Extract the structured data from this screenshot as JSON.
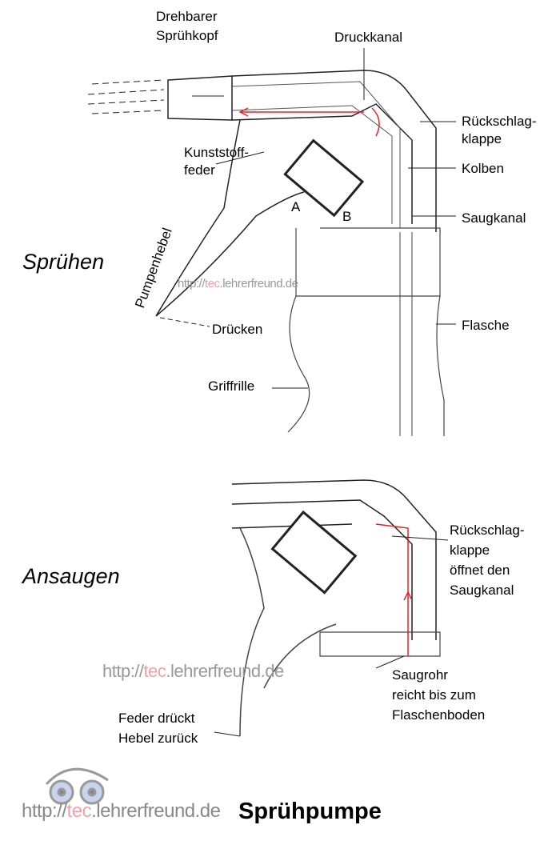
{
  "title": "Sprühpumpe",
  "sections": {
    "top": "Sprühen",
    "bottom": "Ansaugen"
  },
  "labels_top": {
    "spray_head": [
      "Drehbarer",
      "Sprühkopf"
    ],
    "pressure_channel": "Druckkanal",
    "check_valve": [
      "Rückschlag-",
      "klappe"
    ],
    "spring": [
      "Kunststoff-",
      "feder"
    ],
    "piston": "Kolben",
    "point_a": "A",
    "point_b": "B",
    "suction_channel": "Saugkanal",
    "lever": "Pumpenhebel",
    "press": "Drücken",
    "bottle": "Flasche",
    "grip": "Griffrille"
  },
  "labels_bottom": {
    "check_valve": [
      "Rückschlag-",
      "klappe",
      "öffnet den",
      "Saugkanal"
    ],
    "suction_tube": [
      "Saugrohr",
      "reicht bis zum",
      "Flaschenboden"
    ],
    "spring_lever": [
      "Feder drückt",
      "Hebel zurück"
    ]
  },
  "watermark": {
    "prefix": "http://",
    "highlight": "tec",
    "suffix": ".lehrerfreund.de"
  },
  "colors": {
    "flow_arrow": "#e8202a",
    "watermark_highlight": "#f2a0aa"
  }
}
